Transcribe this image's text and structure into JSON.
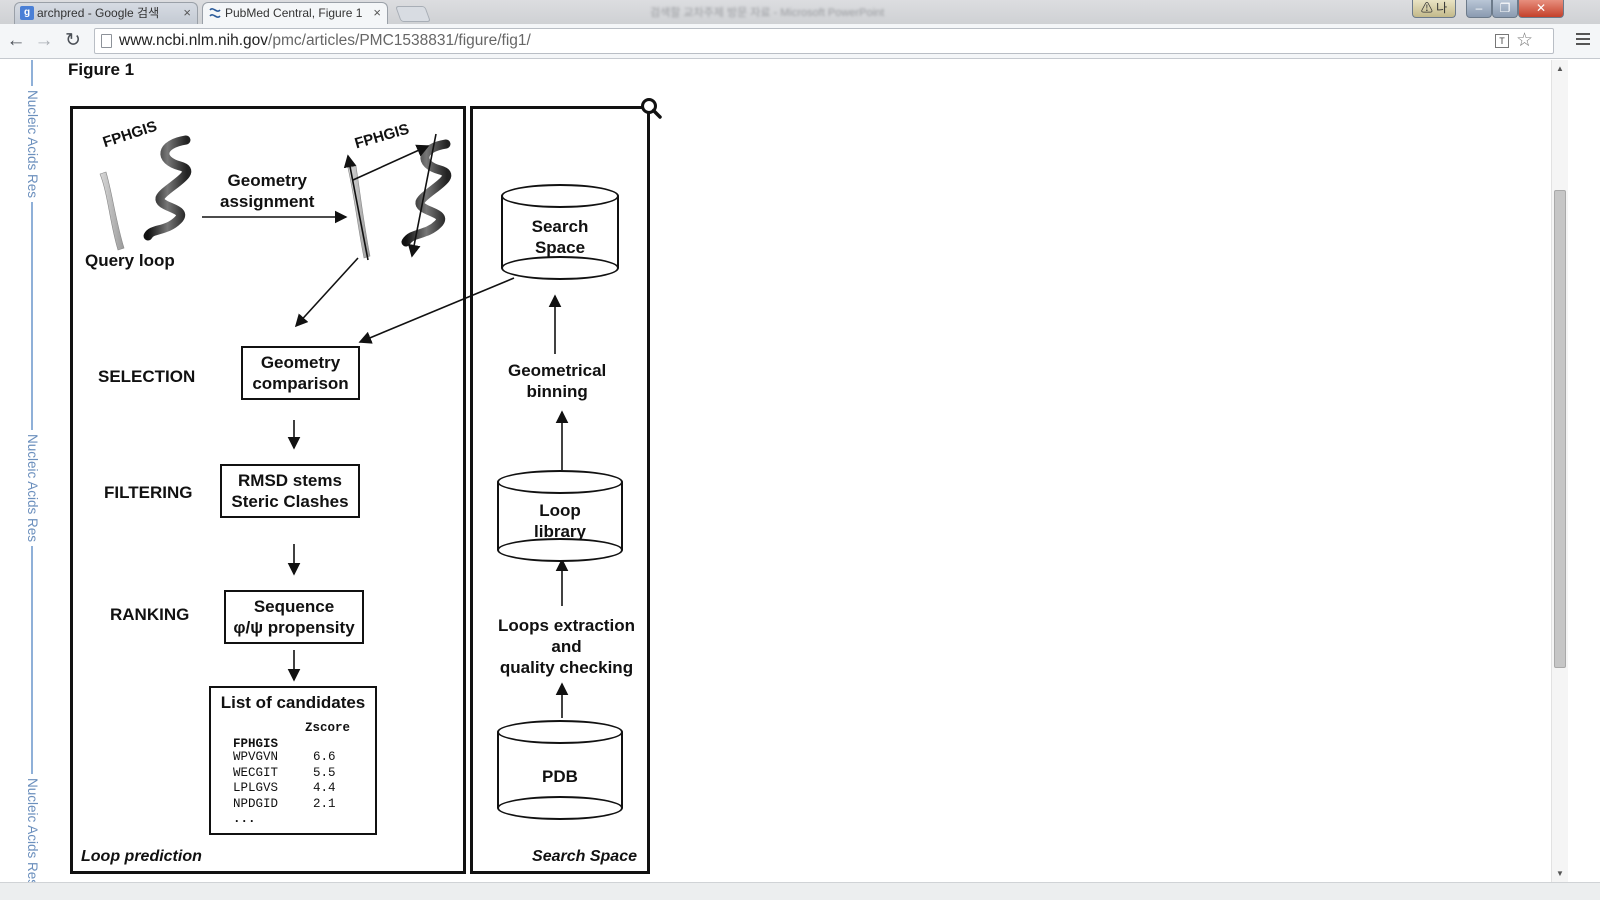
{
  "browser": {
    "window_title": "검색할 교차주제 방문 자료 - Microsoft PowerPoint",
    "tabs": [
      {
        "label": "archpred - Google 검색",
        "favicon": "google-icon",
        "active": false
      },
      {
        "label": "PubMed Central, Figure 1",
        "favicon": "pubmed-icon",
        "active": true
      }
    ],
    "close_glyph": "×",
    "url_host": "www.ncbi.nlm.nih.gov",
    "url_path": "/pmc/articles/PMC1538831/figure/fig1/",
    "window_controls": {
      "warning": "⚠ 나",
      "minimize": "–",
      "restore": "❐",
      "close": "✕"
    },
    "nav": {
      "back": "←",
      "forward": "→",
      "reload": "↻"
    },
    "translate_label": "T",
    "star": "☆"
  },
  "journal_sidebar": {
    "label": "Nucleic Acids Res",
    "repeat": 3
  },
  "figure": {
    "title": "Figure 1",
    "loop_panel": {
      "label": "Loop prediction",
      "seq_left": "FPHGIS",
      "seq_right": "FPHGIS",
      "geometry_assignment": [
        "Geometry",
        "assignment"
      ],
      "query_loop": "Query loop",
      "steps": [
        {
          "name": "SELECTION",
          "box": [
            "Geometry",
            "comparison"
          ]
        },
        {
          "name": "FILTERING",
          "box": [
            "RMSD stems",
            "Steric Clashes"
          ]
        },
        {
          "name": "RANKING",
          "box": [
            "Sequence",
            "φ/ψ propensity"
          ]
        }
      ],
      "candidates": {
        "title": "List of candidates",
        "score_header": "Zscore",
        "query": "FPHGIS",
        "rows": [
          {
            "seq": "WPVGVN",
            "z": "6.6"
          },
          {
            "seq": "WECGIT",
            "z": "5.5"
          },
          {
            "seq": "LPLGVS",
            "z": "4.4"
          },
          {
            "seq": "NPDGID",
            "z": "2.1"
          }
        ],
        "ellipsis": "..."
      }
    },
    "search_panel": {
      "label": "Search Space",
      "search_space_db": [
        "Search",
        "Space"
      ],
      "geometrical_binning": [
        "Geometrical",
        "binning"
      ],
      "loop_library_db": [
        "Loop",
        "library"
      ],
      "extraction": [
        "Loops extraction",
        "and",
        "quality checking"
      ],
      "pdb_db": "PDB"
    }
  },
  "colors": {
    "sidebar_blue": "#6b8fbd",
    "ink": "#111111"
  }
}
